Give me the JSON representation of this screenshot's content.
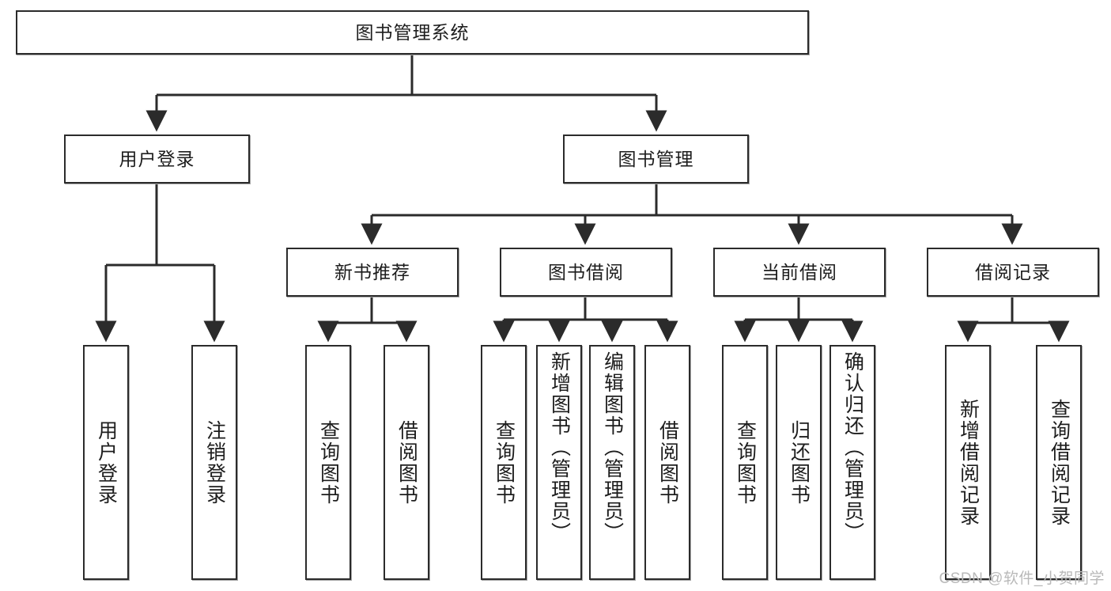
{
  "diagram": {
    "title": "图书管理系统",
    "type": "tree-hierarchy",
    "watermark": "CSDN @软件_小贺同学",
    "colors": {
      "stroke": "#2b2b2b",
      "fill": "#ffffff",
      "text": "#1d1d1d",
      "watermark": "#b9b9b9"
    },
    "root": {
      "label": "图书管理系统"
    },
    "level2": [
      {
        "id": "user-login",
        "label": "用户登录"
      },
      {
        "id": "book-management",
        "label": "图书管理"
      }
    ],
    "level3": [
      {
        "id": "new-book-recommend",
        "label": "新书推荐"
      },
      {
        "id": "book-borrow",
        "label": "图书借阅"
      },
      {
        "id": "current-borrow",
        "label": "当前借阅"
      },
      {
        "id": "borrow-record",
        "label": "借阅记录"
      }
    ],
    "leaves": {
      "user_login": [
        {
          "id": "leaf-user-login",
          "label": "用户登录"
        },
        {
          "id": "leaf-logout-login",
          "label": "注销登录"
        }
      ],
      "new_book_recommend": [
        {
          "id": "leaf-query-book-1",
          "label": "查询图书"
        },
        {
          "id": "leaf-borrow-book-1",
          "label": "借阅图书"
        }
      ],
      "book_borrow": [
        {
          "id": "leaf-query-book-2",
          "label": "查询图书"
        },
        {
          "id": "leaf-add-book",
          "label": "新增图书（管理员）"
        },
        {
          "id": "leaf-edit-book",
          "label": "编辑图书（管理员）"
        },
        {
          "id": "leaf-borrow-book-2",
          "label": "借阅图书"
        }
      ],
      "current_borrow": [
        {
          "id": "leaf-query-book-3",
          "label": "查询图书"
        },
        {
          "id": "leaf-return-book",
          "label": "归还图书"
        },
        {
          "id": "leaf-confirm-return",
          "label": "确认归还（管理员）"
        }
      ],
      "borrow_record": [
        {
          "id": "leaf-add-record",
          "label": "新增借阅记录"
        },
        {
          "id": "leaf-query-record",
          "label": "查询借阅记录"
        }
      ]
    }
  }
}
